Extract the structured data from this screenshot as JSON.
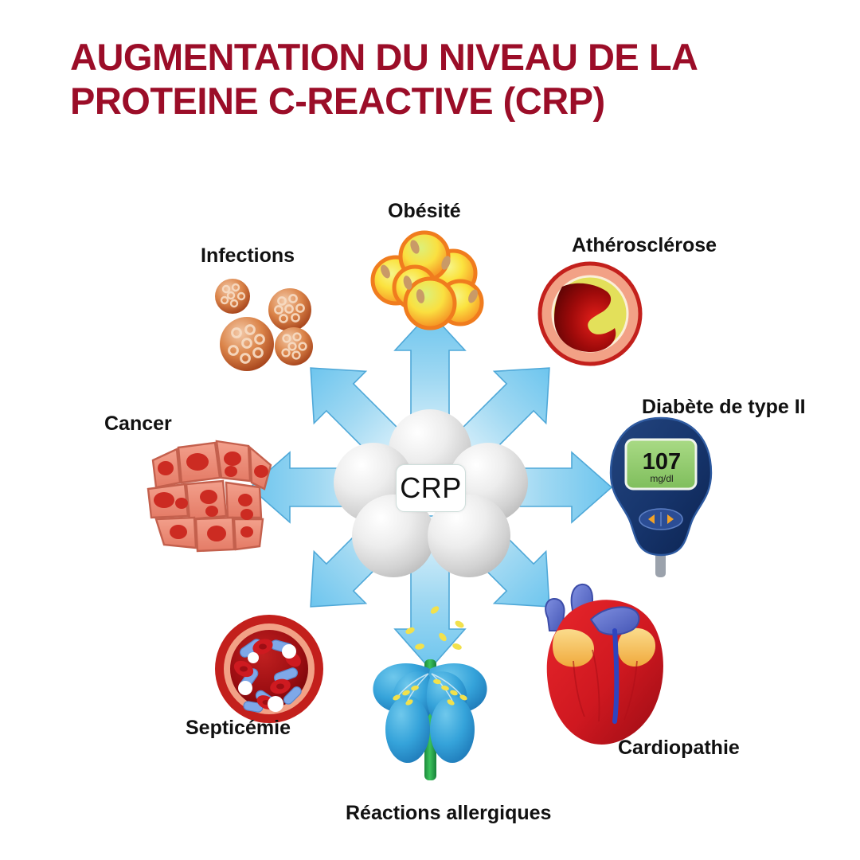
{
  "title": "AUGMENTATION DU NIVEAU DE LA PROTEINE C-REACTIVE (CRP)",
  "center": {
    "label": "CRP"
  },
  "nodes": [
    {
      "id": "infections",
      "label": "Infections",
      "icon": "virus-particles-icon",
      "direction": "northwest"
    },
    {
      "id": "obesite",
      "label": "Obésité",
      "icon": "adipocytes-icon",
      "direction": "north"
    },
    {
      "id": "athero",
      "label": "Athérosclérose",
      "icon": "artery-cross-section-icon",
      "direction": "northeast"
    },
    {
      "id": "diabete",
      "label": "Diabète de type II",
      "icon": "glucometer-icon",
      "direction": "east"
    },
    {
      "id": "cardio",
      "label": "Cardiopathie",
      "icon": "heart-icon",
      "direction": "southeast"
    },
    {
      "id": "allergies",
      "label": "Réactions allergiques",
      "icon": "flower-pollen-icon",
      "direction": "south"
    },
    {
      "id": "septicemie",
      "label": "Septicémie",
      "icon": "blood-vessel-bacteria-icon",
      "direction": "southwest"
    },
    {
      "id": "cancer",
      "label": "Cancer",
      "icon": "tumor-cells-icon",
      "direction": "west"
    }
  ],
  "glucometer": {
    "value": "107",
    "unit": "mg/dl"
  },
  "colors": {
    "title": "#9B0D28",
    "label": "#111111",
    "arrow": "#6DC5EE",
    "arrow_outline": "#4FA8D8",
    "background": "#FFFFFF",
    "sphere": "#D9D9D9",
    "glucometer_body": "#16346B",
    "glucometer_screen": "#8DC96B",
    "virus": "#D2703A",
    "fat_cell": "#F5A623",
    "plaque": "#E3E05A",
    "artery_wall": "#F2A186",
    "tumor_cell": "#EE8873",
    "bacteria": "#7FA8E8",
    "heart_muscle": "#CF1820",
    "flower": "#36A2D8",
    "stem": "#22A245",
    "pollen": "#F2E14C"
  }
}
